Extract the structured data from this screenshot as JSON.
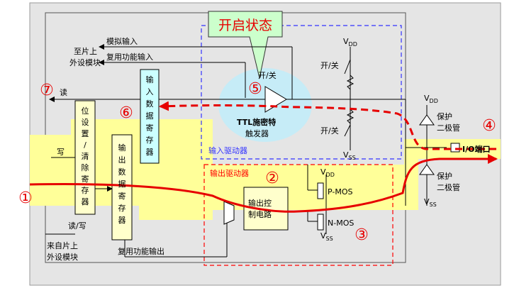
{
  "callout": {
    "title": "开启状态"
  },
  "labels": {
    "analog_input": "模拟输入",
    "alt_function_input": "复用功能输入",
    "to_onchip_peripheral": [
      "至片上",
      "外设模块"
    ],
    "read_top": "读",
    "switch_upper": "开/关",
    "switch_mid": "开/关",
    "switch_lower": "开/关",
    "vdd": "V",
    "vdd_sub": "DD",
    "vss": "V",
    "vss_sub": "SS",
    "input_data_register": [
      "输",
      "入",
      "数",
      "据",
      "寄",
      "存",
      "器"
    ],
    "bit_set_clear_register": [
      "位",
      "设",
      "置",
      "/",
      "清",
      "除",
      "寄",
      "存",
      "器"
    ],
    "output_data_register": [
      "输",
      "出",
      "数",
      "据",
      "寄",
      "存",
      "器"
    ],
    "write": "写",
    "read_write": "读/写",
    "from_onchip_peripheral": [
      "来自片上",
      "外设模块"
    ],
    "alt_function_output": "复用功能输出",
    "ttl_schmitt": [
      "TTL施密特",
      "触发器"
    ],
    "input_driver": "输入驱动器",
    "output_driver": "输出驱动器",
    "output_control": [
      "输出控",
      "制电路"
    ],
    "pmos": "P-MOS",
    "nmos": "N-MOS",
    "protection_diode_top": [
      "保护",
      "二极管"
    ],
    "protection_diode_bottom": [
      "保护",
      "二极管"
    ],
    "io_pin": "I/O端口"
  },
  "markers": [
    "①",
    "②",
    "③",
    "④",
    "⑤",
    "⑥",
    "⑦"
  ],
  "colors": {
    "panel": "#e5e5e5",
    "highlight": "#ffff99",
    "path_red": "#e60000",
    "input_box_border": "#3333ff",
    "output_box_border": "#ff0000",
    "callout": "#ccffcc",
    "ttl_bubble": "#c6ecf7",
    "register_fill": "#ffffcc",
    "input_register_fill": "#ccffff"
  }
}
